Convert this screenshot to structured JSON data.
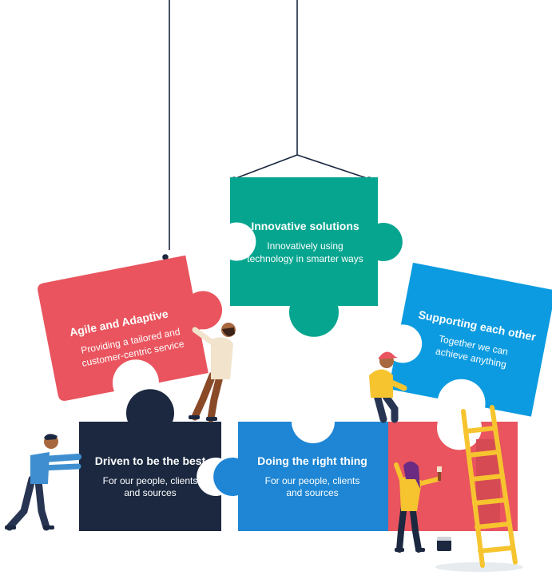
{
  "colors": {
    "teal": "#06a58f",
    "coral": "#e9545e",
    "navy": "#1b2840",
    "blue": "#1e86d4",
    "sky": "#0c9be0",
    "yellow": "#f6c42f",
    "skin": "#a8683f"
  },
  "pieces": {
    "innovative": {
      "title": "Innovative solutions",
      "line1": "Innovatively using",
      "line2": "technology in smarter ways"
    },
    "agile": {
      "title": "Agile and Adaptive",
      "line1": "Providing a tailored and",
      "line2": "customer-centric service"
    },
    "supporting": {
      "title": "Supporting each other",
      "line1": "Together we can",
      "line2": "achieve anything"
    },
    "driven": {
      "title": "Driven to be the best",
      "line1": "For our people, clients",
      "line2": "and sources"
    },
    "right_thing": {
      "title": "Doing the right thing",
      "line1": "For our people, clients",
      "line2": "and sources"
    }
  },
  "icons": [
    "rope",
    "ladder",
    "paint-can",
    "paint-brush"
  ]
}
